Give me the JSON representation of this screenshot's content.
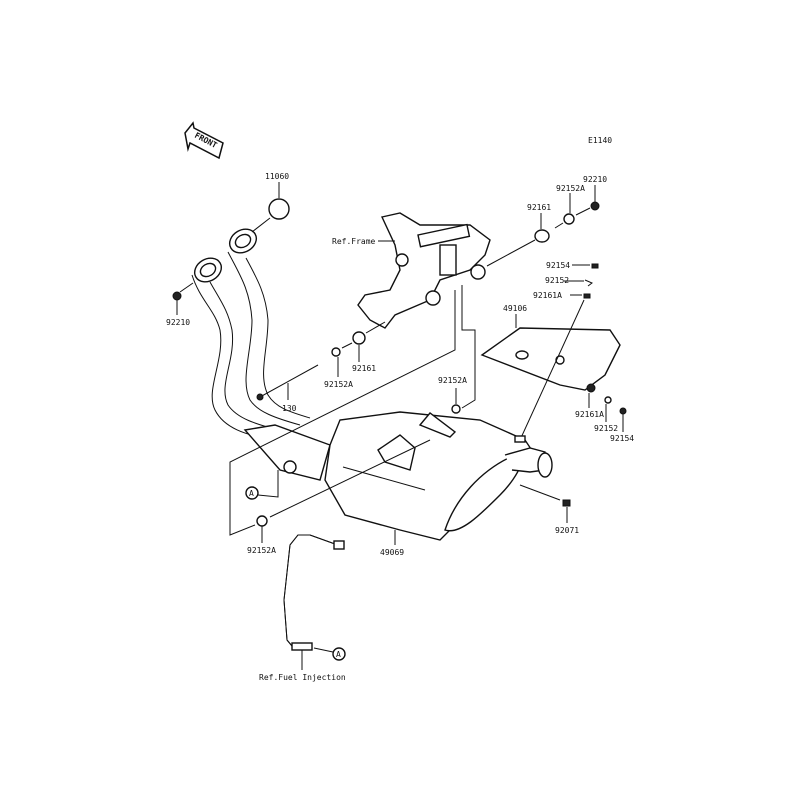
{
  "diagram": {
    "code": "E1140",
    "front_arrow": "FRONT",
    "labels": {
      "gasket_11060": "11060",
      "nut_92210_left": "92210",
      "ref_frame": "Ref.Frame",
      "damper_92161_top": "92161",
      "collar_92152A_top": "92152A",
      "nut_92210_top": "92210",
      "bolt_92154_top": "92154",
      "collar_92152_top": "92152",
      "damper_92161A_top": "92161A",
      "cover_49106": "49106",
      "damper_92161_mid": "92161",
      "collar_92152A_mid": "92152A",
      "bolt_130": "130",
      "collar_92152A_right": "92152A",
      "damper_92161A_right": "92161A",
      "collar_92152_right": "92152",
      "bolt_92154_right": "92154",
      "cap_92071": "92071",
      "collar_92152A_bottom": "92152A",
      "muffler_49069": "49069",
      "ref_fuel_injection": "Ref.Fuel Injection",
      "callout_a": "A"
    }
  }
}
